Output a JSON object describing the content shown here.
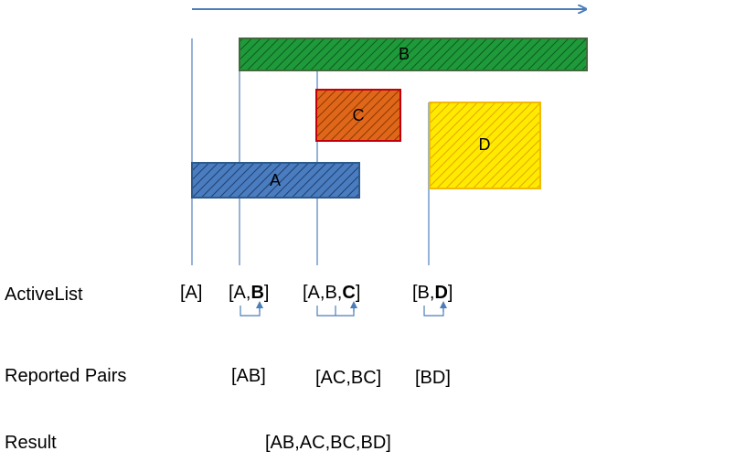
{
  "intervals": [
    {
      "id": "B",
      "label": "B",
      "fill": "#1e9a3a",
      "stroke": "#3f6b3a"
    },
    {
      "id": "C",
      "label": "C",
      "fill": "#e0661a",
      "stroke": "#c0000b"
    },
    {
      "id": "A",
      "label": "A",
      "fill": "#3d6fb2",
      "stroke": "#2d5a8c"
    },
    {
      "id": "D",
      "label": "D",
      "fill": "#ffe600",
      "stroke": "#f2b900"
    }
  ],
  "row_labels": {
    "active_list": "ActiveList",
    "reported_pairs": "Reported Pairs",
    "result": "Result"
  },
  "active_list": [
    {
      "text": "[A]"
    },
    {
      "pre": "[A,",
      "bold": "B",
      "post": "]"
    },
    {
      "pre": "[A,B,",
      "bold": "C",
      "post": "]"
    },
    {
      "pre": "[B,",
      "bold": "D",
      "post": "]"
    }
  ],
  "reported_pairs": [
    "[AB]",
    "[AC,BC]",
    "[BD]"
  ],
  "result": "[AB,AC,BC,BD]",
  "colors": {
    "sweep_line": "#4f81bd",
    "arrow": "#4a7ebb"
  }
}
